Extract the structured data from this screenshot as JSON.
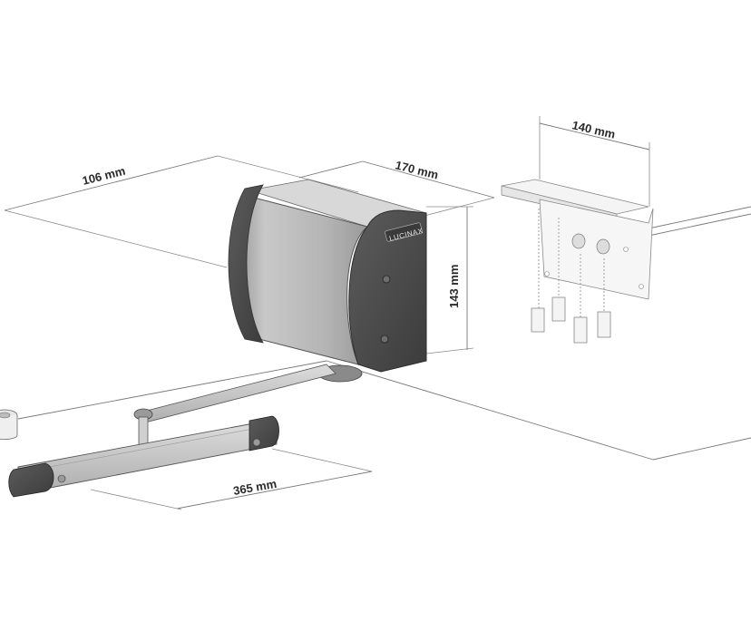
{
  "dimensions": {
    "depth_label": "106 mm",
    "width_label": "170 mm",
    "height_label": "143 mm",
    "bracket_label": "140 mm",
    "arm_label": "365 mm"
  },
  "product": {
    "logo_text": "LUCINAX"
  },
  "colors": {
    "body_light": "#bdbdbd",
    "body_dark": "#4a4a4a",
    "arm": "#cfcfcf",
    "bracket": "#f2f2f2",
    "line": "#7a7a7a"
  }
}
